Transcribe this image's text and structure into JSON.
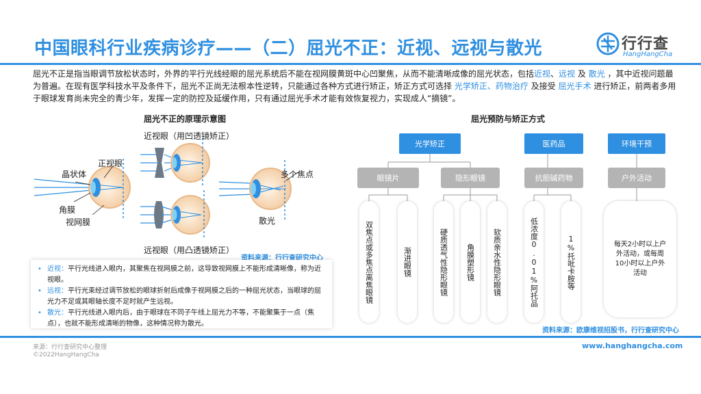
{
  "header": {
    "title": "中国眼科行业疾病诊疗——（二）屈光不正：近视、远视与散光",
    "logo_text": "行行查",
    "logo_subtext": "HangHangCha"
  },
  "intro": {
    "p1": "屈光不正是指当眼调节放松状态时，外界的平行光线经眼的屈光系统后不能在视网膜黄斑中心凹聚焦，从而不能清晰成像的屈光状态，包括",
    "t1": "近视",
    "s1": "、",
    "t2": "远视",
    "s2": " 及 ",
    "t3": "散光",
    "p2": " ，其中近视问题最为普遍。在现有医学科技水平及条件下，屈光不正尚无法根本性逆转，只能通过各种方式进行矫正，矫正方式可选择 ",
    "t4": "光学矫正、药物治疗",
    "p3": " 及接受 ",
    "t5": "屈光手术",
    "p4": " 进行矫正，前两者多用于眼球发育尚未完全的青少年，发挥一定的防控及延缓作用，只有通过屈光手术才能有效恢复视力，实现成人“摘镜”。"
  },
  "left": {
    "subtitle": "屈光不正的原理示意图",
    "label_myopia": "近视眼（用凹透镜矫正）",
    "label_hyperopia": "远视眼（用凸透镜矫正）",
    "label_normal": "正视眼",
    "label_lens": "晶状体",
    "label_cornea": "角膜",
    "label_retina": "视网膜",
    "label_multi_focus": "多个焦点",
    "label_astig": "散光",
    "source": "资料来源：行行查研究中心",
    "notes": [
      {
        "term": "近视：",
        "text": "平行光线进入眼内，其聚焦在视网膜之前，这导致视网膜上不能形成清晰像，称为近视眼。"
      },
      {
        "term": "远视：",
        "text": "平行光束经过调节放松的眼球折射后成像于视网膜之后的一种屈光状态，当眼球的屈光力不足或其眼轴长度不足时就产生远视。"
      },
      {
        "term": "散光：",
        "text": "平行光线进入眼内后，由于眼球在不同子午线上屈光力不等，不能聚集于一点（焦点），也就不能形成清晰的物像，这种情况称为散光。"
      }
    ]
  },
  "right": {
    "subtitle": "屈光预防与矫正方式",
    "cat_optical": "光学矫正",
    "cat_drug": "医药品",
    "cat_env": "环境干预",
    "sub_glasses": "眼镜片",
    "sub_contact": "隐形眼镜",
    "sub_anticholinergic": "抗胆碱药物",
    "sub_outdoor": "户外活动",
    "leaves": {
      "bifocal": "双焦点或多焦点离焦眼镜",
      "progressive": "渐进眼镜",
      "rgp": "硬质透气性隐形眼镜",
      "ortho_k": "角膜塑形镜",
      "soft": "软质亲水性隐形眼镜",
      "atropine": "低浓度0.01%阿托品",
      "tropicamide": "1%托吡卡胺等",
      "outdoor_detail": "每天2小时以上户外活动，或每周10小时以上户外活动"
    },
    "source": "资料来源：欧康维视招股书，行行查研究中心"
  },
  "footer": {
    "source": "来源：行行查研究中心整理",
    "copyright": "©2022HangHangCha",
    "url": "www.hanghangcha.com"
  },
  "colors": {
    "accent": "#2f8fe0",
    "gray_box": "#b4b4b4"
  }
}
